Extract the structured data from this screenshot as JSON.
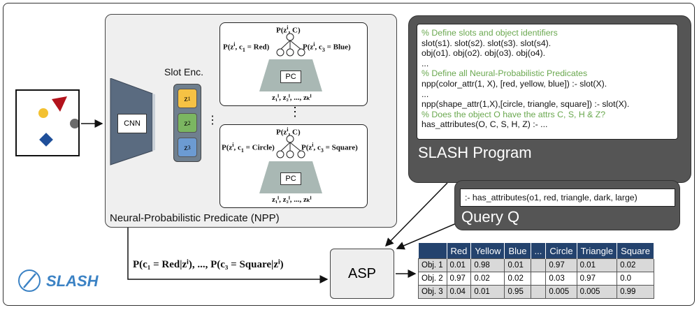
{
  "npp": {
    "label": "Neural-Probabilistic Predicate (NPP)",
    "cnn_label": "CNN",
    "slot_enc_label": "Slot Enc.",
    "slots": [
      "z",
      "z",
      "z"
    ],
    "slot_sup": [
      "1",
      "2",
      "3"
    ],
    "pc_label": "PC",
    "dots_vertical": "⋮",
    "dots_horizontal": "⋮",
    "top_pc": {
      "root": "P(z",
      "root_sup": "i",
      "root_tail": ", C)",
      "left": "P(z",
      "left_sup": "i",
      "left_tail": ", c",
      "left_sub": "1",
      "left_val": " = Red)",
      "right": "P(z",
      "right_sup": "i",
      "right_tail": ", c",
      "right_sub": "3",
      "right_val": " = Blue)",
      "leaves": "z",
      "leaves_full": "z₁ⁱ, z₂ⁱ, ..., zₖⁱ"
    },
    "bottom_pc": {
      "root": "P(z",
      "root_sup": "i",
      "root_tail": ", C)",
      "left": "P(z",
      "left_sup": "i",
      "left_tail": ", c",
      "left_sub": "1",
      "left_val": " = Circle)",
      "right": "P(z",
      "right_sup": "i",
      "right_tail": ", c",
      "right_sub": "3",
      "right_val": " = Square)",
      "leaves_full": "z₁ⁱ, z₂ⁱ, ..., zₖⁱ"
    }
  },
  "program": {
    "title": "SLASH Program",
    "lines": [
      {
        "text": "% Define slots and object identifiers",
        "comment": true
      },
      {
        "text": "slot(s1). slot(s2). slot(s3). slot(s4).",
        "comment": false
      },
      {
        "text": "obj(o1). obj(o2). obj(o3). obj(o4).",
        "comment": false
      },
      {
        "text": "...",
        "comment": false
      },
      {
        "text": "% Define all Neural-Probabilistic Predicates",
        "comment": true
      },
      {
        "text": "npp(color_attr(1, X), [red, yellow, blue]) :- slot(X).",
        "comment": false
      },
      {
        "text": "...",
        "comment": false
      },
      {
        "text": "npp(shape_attr(1,X),[circle, triangle, square]) :- slot(X).",
        "comment": false
      },
      {
        "text": "% Does the object O have the attrs C, S, H & Z?",
        "comment": true
      },
      {
        "text": "has_attributes(O, C, S, H, Z) :- ...",
        "comment": false
      }
    ]
  },
  "query": {
    "title": "Query Q",
    "text": ":- has_attributes(o1, red, triangle, dark, large)"
  },
  "asp": {
    "label": "ASP"
  },
  "predicate_output": "P(c₁ = Red|zⁱ), ..., P(c₃ = Square|zⁱ)",
  "logo": {
    "text": "SLASH"
  },
  "table": {
    "headers": [
      "",
      "Red",
      "Yellow",
      "Blue",
      "...",
      "Circle",
      "Triangle",
      "Square"
    ],
    "rows": [
      [
        "Obj. 1",
        "0.01",
        "0.98",
        "0.01",
        "",
        "0.97",
        "0.01",
        "0.02"
      ],
      [
        "Obj. 2",
        "0.97",
        "0.02",
        "0.02",
        "",
        "0.03",
        "0.97",
        "0.0"
      ],
      [
        "Obj. 3",
        "0.04",
        "0.01",
        "0.95",
        "",
        "0.005",
        "0.005",
        "0.99"
      ]
    ]
  },
  "colors": {
    "slot1": "#f6c244",
    "slot2": "#7bb661",
    "slot3": "#6c9bd2",
    "cnn": "#5a6b80",
    "pc": "#a9b8b4",
    "header": "#24436e",
    "comment": "#6aa84f",
    "logo": "#3b82c4"
  }
}
